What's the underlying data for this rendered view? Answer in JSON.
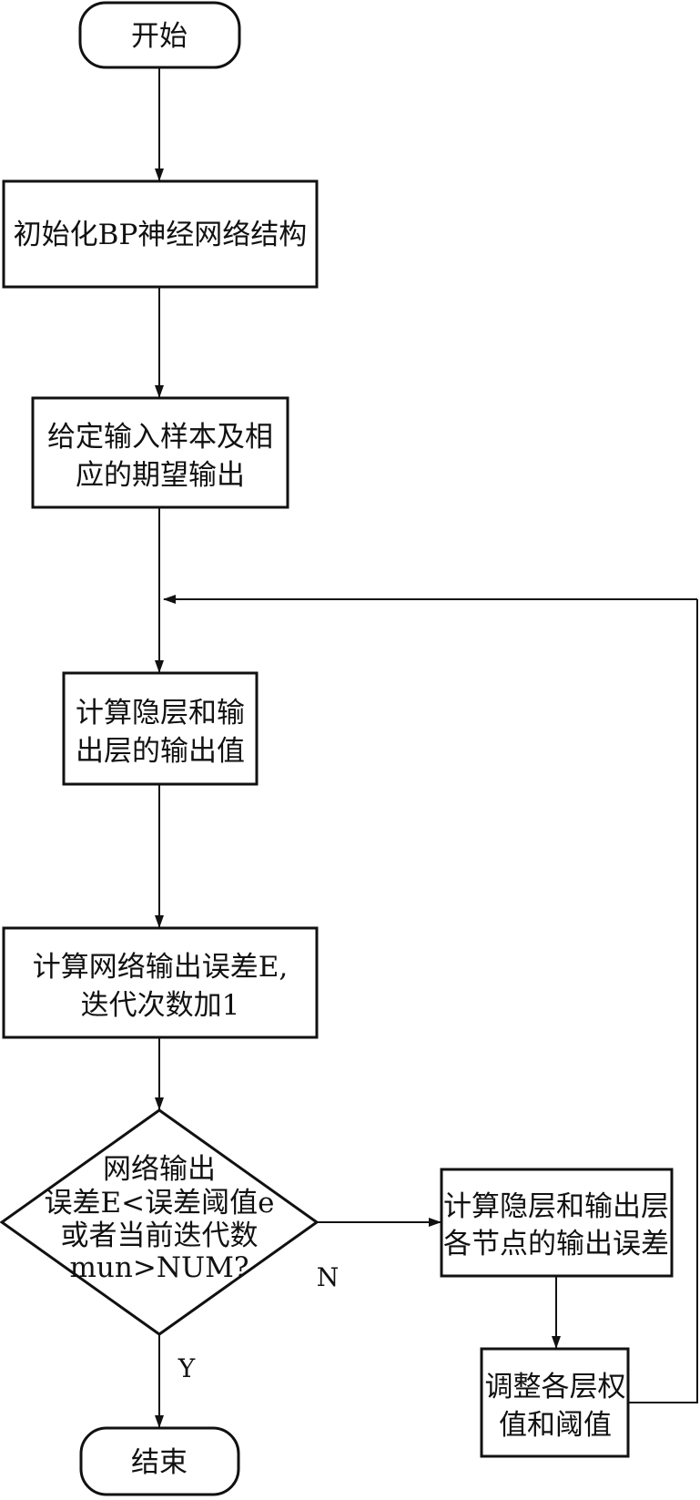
{
  "flowchart": {
    "start": {
      "text": "开始"
    },
    "init": {
      "text": "初始化BP神经网络结构"
    },
    "input": {
      "lines": [
        "给定输入样本及相",
        "应的期望输出"
      ]
    },
    "compute_output": {
      "lines": [
        "计算隐层和输",
        "出层的输出值"
      ]
    },
    "compute_error": {
      "lines": [
        "计算网络输出误差E,",
        "迭代次数加1"
      ]
    },
    "decision": {
      "lines": [
        "网络输出",
        "误差E<误差阈值e",
        "或者当前迭代数",
        "mun>NUM?"
      ]
    },
    "node_error": {
      "lines": [
        "计算隐层和输出层",
        "各节点的输出误差"
      ]
    },
    "adjust": {
      "lines": [
        "调整各层权",
        "值和阈值"
      ]
    },
    "end": {
      "text": "结束"
    },
    "yes_label": "Y",
    "no_label": "N"
  }
}
